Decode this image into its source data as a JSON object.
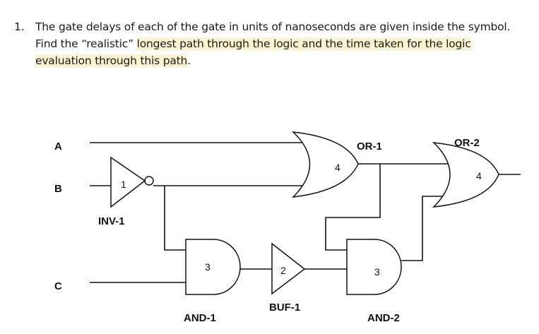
{
  "question": {
    "number": "1.",
    "line1": "The gate delays of each of the gate in units of nanoseconds are given inside the symbol.",
    "line2_plain": "Find the “realistic” ",
    "line2_highlight": "longest path through the logic and the time taken for the logic",
    "line3_highlight": "evaluation through this path",
    "line3_end": ".",
    "highlight_color": "#fdf3cf"
  },
  "diagram": {
    "inputs": [
      "A",
      "B",
      "C"
    ],
    "gates": [
      {
        "id": "inv1",
        "label": "INV-1",
        "type": "NOT",
        "delay": "1"
      },
      {
        "id": "and1",
        "label": "AND-1",
        "type": "AND",
        "delay": "3"
      },
      {
        "id": "buf1",
        "label": "BUF-1",
        "type": "BUF",
        "delay": "2"
      },
      {
        "id": "or1",
        "label": "OR-1",
        "type": "OR",
        "delay": "4"
      },
      {
        "id": "and2",
        "label": "AND-2",
        "type": "AND",
        "delay": "3"
      },
      {
        "id": "or2",
        "label": "OR-2",
        "type": "OR",
        "delay": "4"
      }
    ],
    "connections": [
      {
        "from": "A",
        "to": "or1"
      },
      {
        "from": "B",
        "to": "inv1"
      },
      {
        "from": "inv1",
        "to": "or1"
      },
      {
        "from": "inv1",
        "to": "and1"
      },
      {
        "from": "C",
        "to": "and1"
      },
      {
        "from": "and1",
        "to": "buf1"
      },
      {
        "from": "buf1",
        "to": "and2"
      },
      {
        "from": "or1",
        "to": "and2"
      },
      {
        "from": "or1",
        "to": "or2"
      },
      {
        "from": "and2",
        "to": "or2"
      }
    ]
  }
}
